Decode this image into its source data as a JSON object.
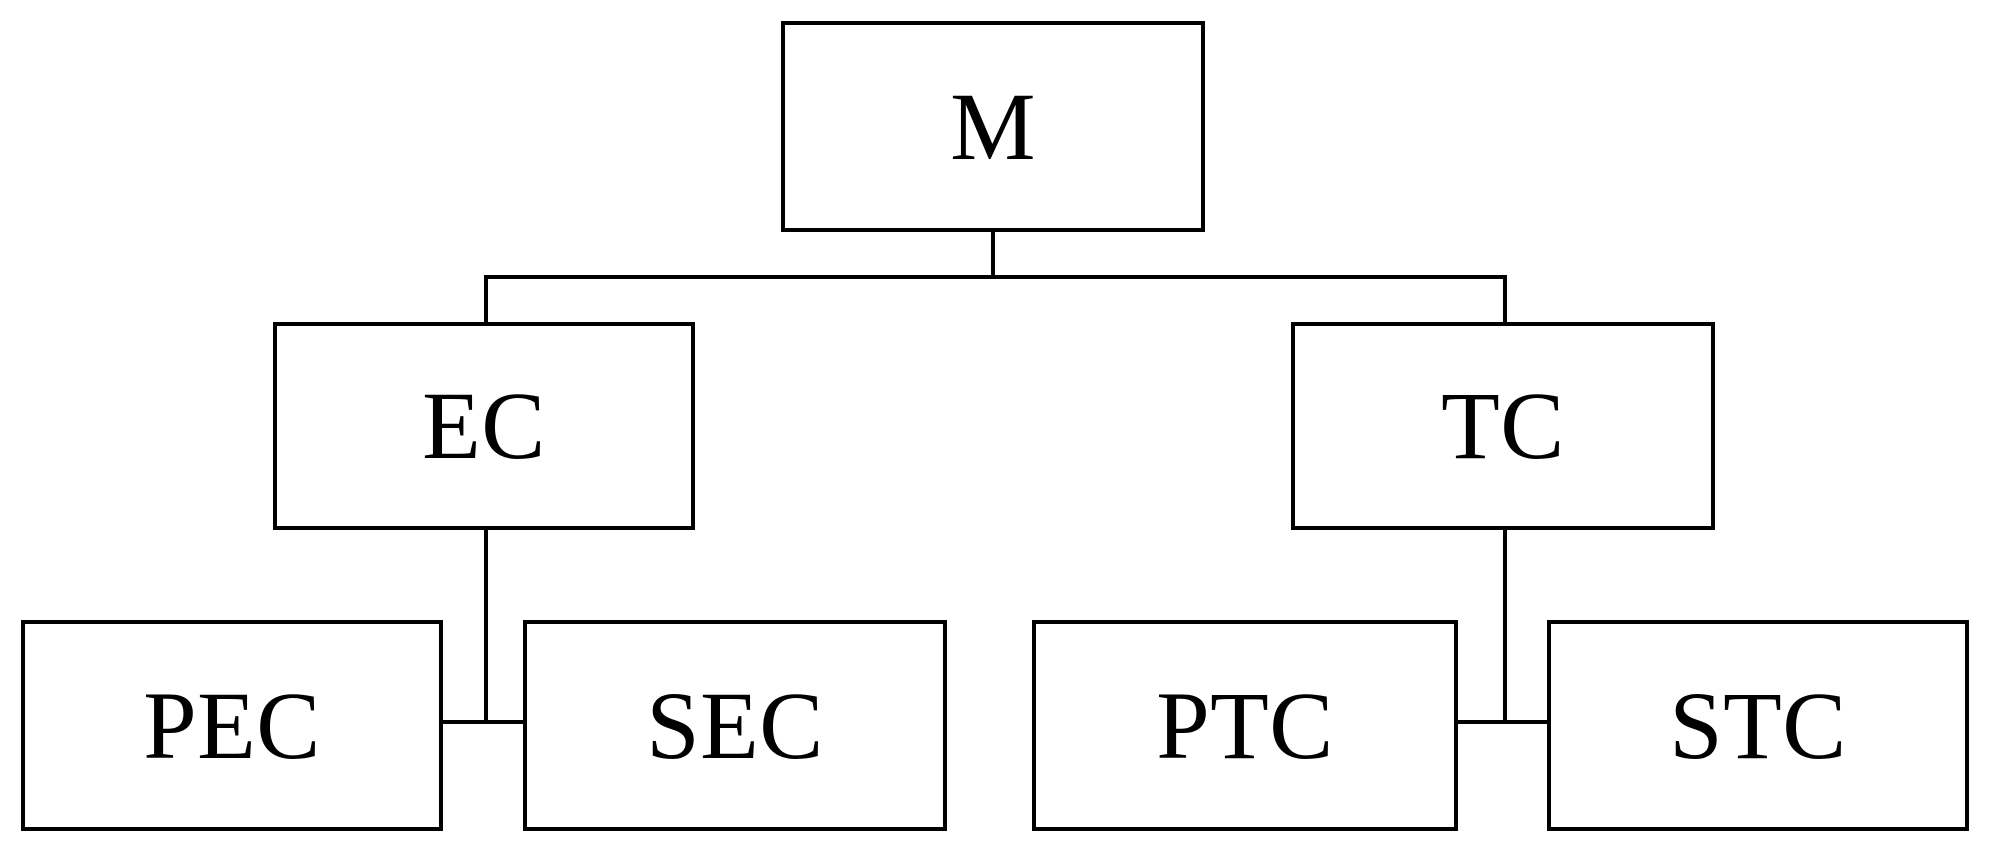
{
  "diagram": {
    "type": "hierarchy-tree",
    "orientation": "top-down",
    "background_color": "#ffffff",
    "line_color": "#000000",
    "text_color": "#000000",
    "levels": 3,
    "nodes": [
      {
        "id": "m",
        "label": "M",
        "level": 0,
        "parent": null
      },
      {
        "id": "ec",
        "label": "EC",
        "level": 1,
        "parent": "m"
      },
      {
        "id": "tc",
        "label": "TC",
        "level": 1,
        "parent": "m"
      },
      {
        "id": "pec",
        "label": "PEC",
        "level": 2,
        "parent": "ec"
      },
      {
        "id": "sec",
        "label": "SEC",
        "level": 2,
        "parent": "ec"
      },
      {
        "id": "ptc",
        "label": "PTC",
        "level": 2,
        "parent": "tc"
      },
      {
        "id": "stc",
        "label": "STC",
        "level": 2,
        "parent": "tc"
      }
    ],
    "edges": [
      {
        "from": "m",
        "to": "ec"
      },
      {
        "from": "m",
        "to": "tc"
      },
      {
        "from": "ec",
        "to": "pec"
      },
      {
        "from": "ec",
        "to": "sec"
      },
      {
        "from": "tc",
        "to": "ptc"
      },
      {
        "from": "tc",
        "to": "stc"
      }
    ]
  }
}
